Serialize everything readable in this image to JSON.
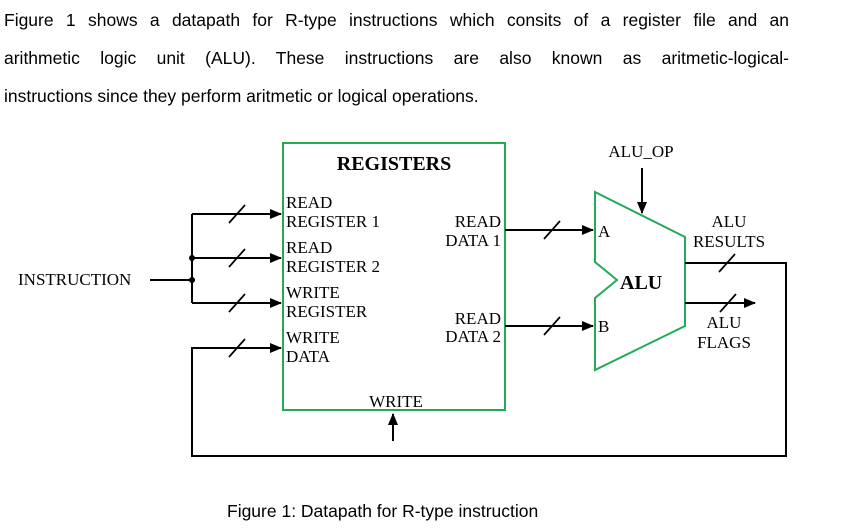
{
  "colors": {
    "diagram_green": "#22ab57",
    "wire_black": "#000000"
  },
  "paragraph": {
    "line1": "Figure 1 shows a datapath for R-type instructions which consits of a register file and an",
    "line2": "arithmetic logic unit (ALU). These instructions are also known as aritmetic-logical-",
    "line3": "instructions since they perform aritmetic or logical operations."
  },
  "caption": "Figure 1: Datapath for R-type instruction",
  "diagram": {
    "instruction_label": "INSTRUCTION",
    "registers": {
      "title": "REGISTERS",
      "read_reg1_line1": "READ",
      "read_reg1_line2": "REGISTER 1",
      "read_reg2_line1": "READ",
      "read_reg2_line2": "REGISTER 2",
      "write_reg_line1": "WRITE",
      "write_reg_line2": "REGISTER",
      "write_data_line1": "WRITE",
      "write_data_line2": "DATA",
      "read_data1_line1": "READ",
      "read_data1_line2": "DATA 1",
      "read_data2_line1": "READ",
      "read_data2_line2": "DATA 2",
      "write_enable": "WRITE"
    },
    "alu": {
      "name": "ALU",
      "op": "ALU_OP",
      "input_a": "A",
      "input_b": "B",
      "results_line1": "ALU",
      "results_line2": "RESULTS",
      "flags_line1": "ALU",
      "flags_line2": "FLAGS"
    }
  }
}
